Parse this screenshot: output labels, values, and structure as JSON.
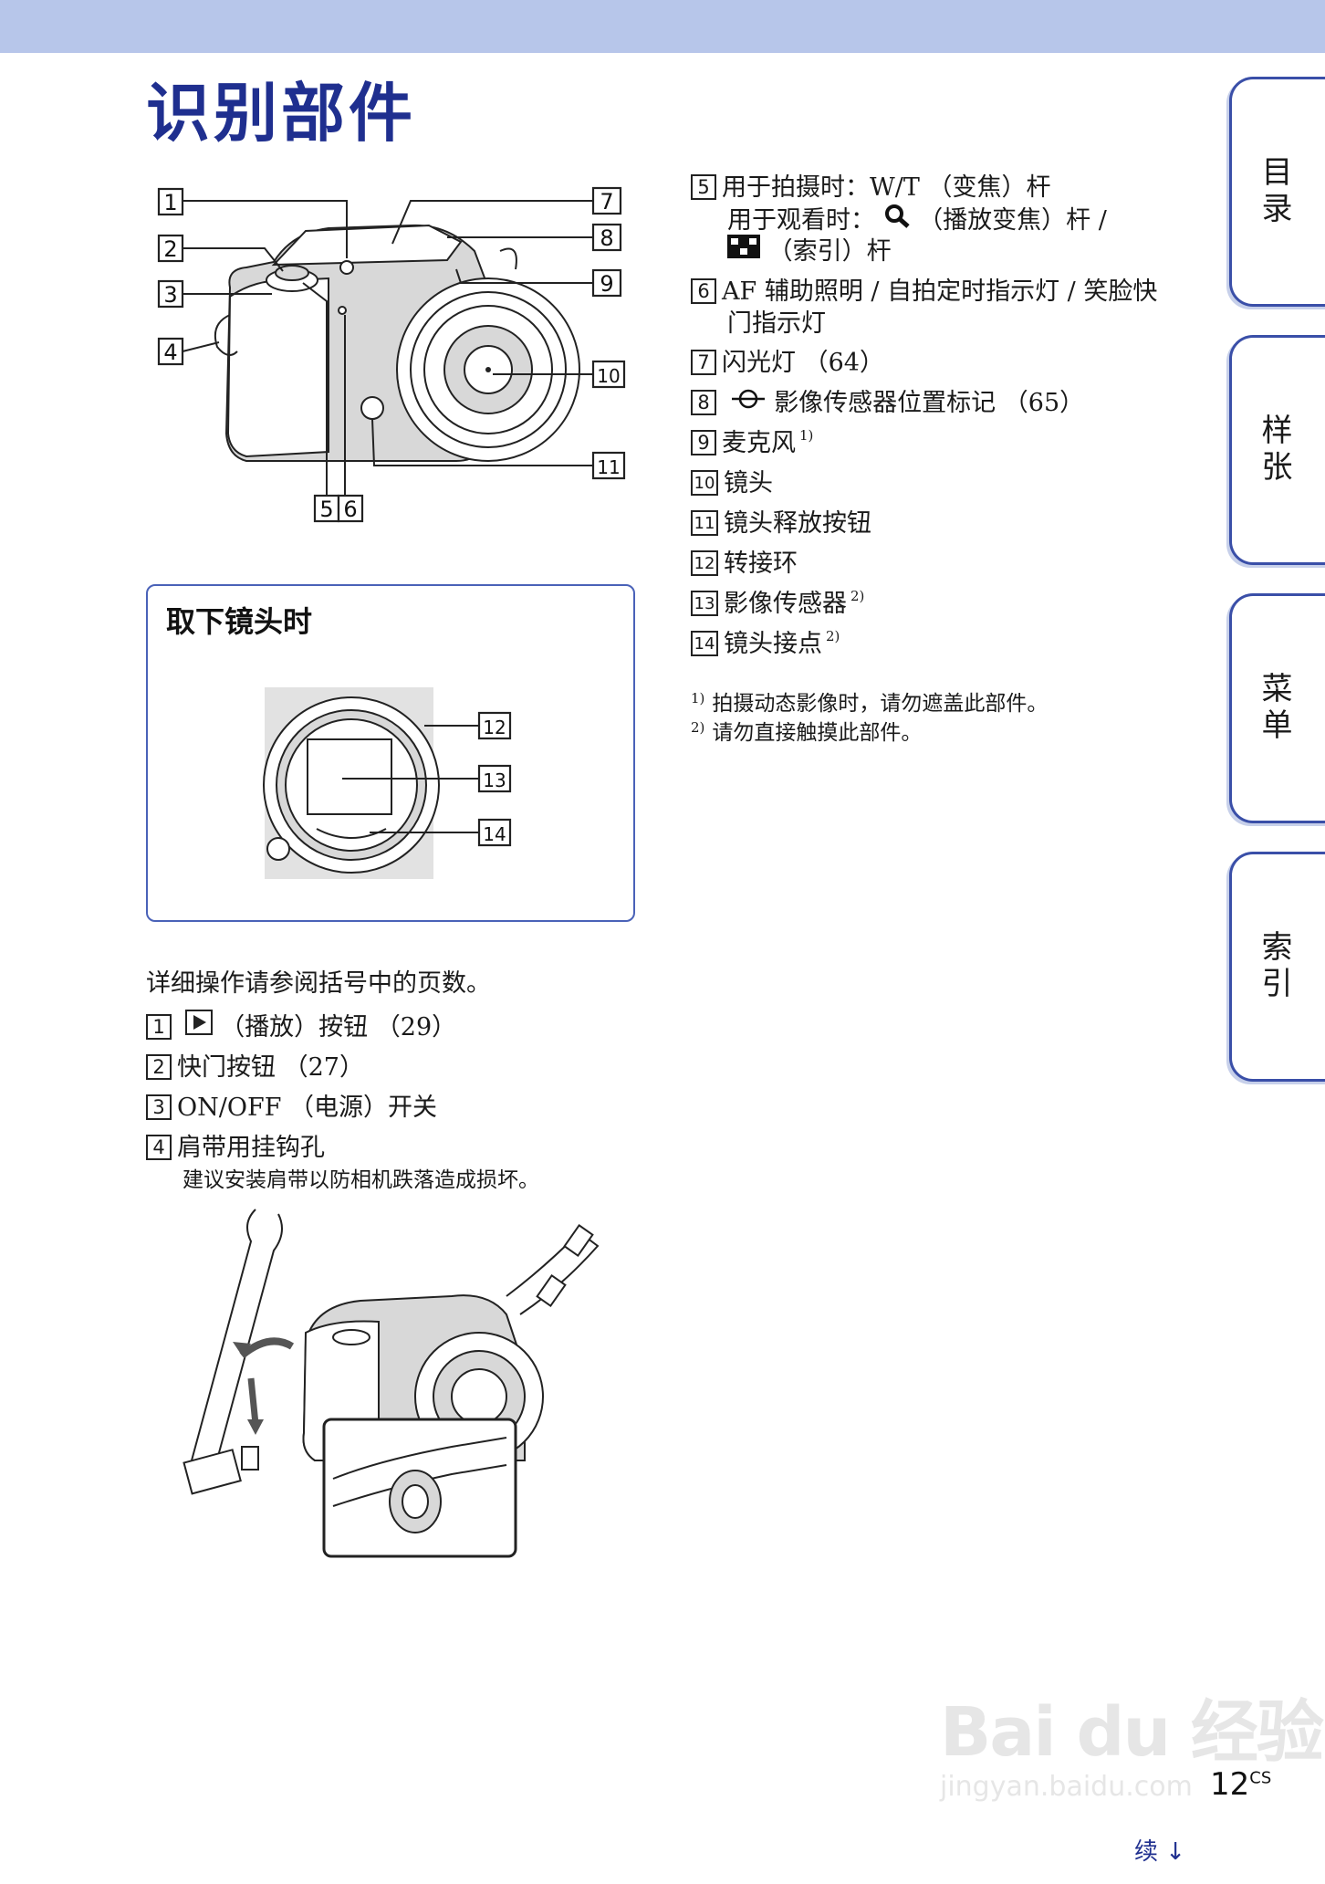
{
  "page_title": "识别部件",
  "side_tabs": [
    "目录",
    "样张",
    "菜单",
    "索引"
  ],
  "diagram_labels": [
    "1",
    "2",
    "3",
    "4",
    "5",
    "6",
    "7",
    "8",
    "9",
    "10",
    "11"
  ],
  "lens_box": {
    "title": "取下镜头时",
    "labels": [
      "12",
      "13",
      "14"
    ]
  },
  "intro": "详细操作请参阅括号中的页数。",
  "left_items": [
    {
      "num": "1",
      "text": "（播放）按钮 （29）",
      "icon": "play-icon"
    },
    {
      "num": "2",
      "text": "快门按钮 （27）"
    },
    {
      "num": "3",
      "text": "ON/OFF （电源）开关"
    },
    {
      "num": "4",
      "text": "肩带用挂钩孔",
      "sub": "建议安装肩带以防相机跌落造成损坏。"
    }
  ],
  "right_items": [
    {
      "num": "5",
      "line1": "用于拍摄时：W/T （变焦）杆",
      "line2": "用于观看时：",
      "line2b": "（播放变焦）杆 /",
      "line3": "（索引）杆",
      "icons": [
        "magnifier-icon",
        "index-grid-icon"
      ]
    },
    {
      "num": "6",
      "line1": "AF 辅助照明 / 自拍定时指示灯 / 笑脸快",
      "line2": "门指示灯"
    },
    {
      "num": "7",
      "text": "闪光灯 （64）"
    },
    {
      "num": "8",
      "text": "影像传感器位置标记 （65）",
      "icon": "sensor-position-mark-icon"
    },
    {
      "num": "9",
      "text": "麦克风",
      "sup": "1)"
    },
    {
      "num": "10",
      "text": "镜头"
    },
    {
      "num": "11",
      "text": "镜头释放按钮"
    },
    {
      "num": "12",
      "text": "转接环"
    },
    {
      "num": "13",
      "text": "影像传感器",
      "sup": "2)"
    },
    {
      "num": "14",
      "text": "镜头接点",
      "sup": "2)"
    }
  ],
  "footnotes": [
    {
      "mark": "1)",
      "text": "拍摄动态影像时，请勿遮盖此部件。"
    },
    {
      "mark": "2)",
      "text": "请勿直接触摸此部件。"
    }
  ],
  "page_number": "12",
  "page_suffix": "CS",
  "continued": "续",
  "watermark": "Bai du 经验",
  "watermark_sub": "jingyan.baidu.com"
}
